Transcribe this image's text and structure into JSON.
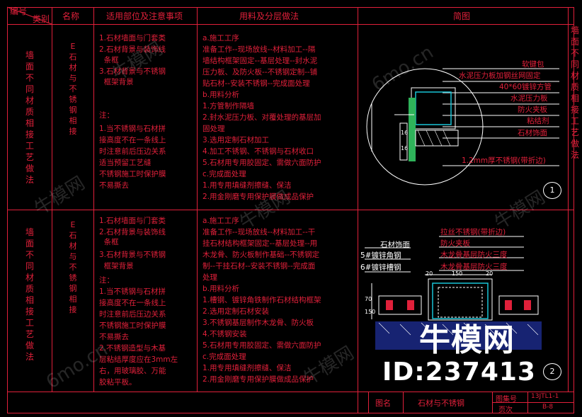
{
  "header": {
    "corner_top": "编号",
    "corner_bottom": "类别",
    "col_name": "名称",
    "col_scope": "适用部位及注意事项",
    "col_method": "用料及分层做法",
    "col_diagram": "简图"
  },
  "right_edge_text": "墙面不同材质相接工艺做法",
  "row1": {
    "category": "墙面不同材质相接工艺做法",
    "name": "E石材与不锈钢相接",
    "scope_lines": [
      "1.石材墙面与门套类",
      "2.石材背景与装饰线",
      "  条框",
      "3.石材背景与不锈钢",
      "  框架背景",
      "",
      "注：",
      "1.当不锈钢与石材拼",
      "接高度不在一条线上",
      "时注意前后压边关系",
      "适当预留工艺缝",
      "不锈钢施工时保护膜",
      "不易撕去"
    ],
    "method_lines": [
      "a.施工工序",
      "准备工作--现场放线--材料加工--隔",
      "墙结构框架固定--基层处理--封水泥",
      "压力板、及防火板--不锈钢定制--铺",
      "贴石材--安装不锈钢--完成面处理",
      "b.用料分析",
      "1.方管制作隔墙",
      "2.封水泥压力板、对覆处理的基层加",
      "固处理",
      "3.选用定制石材加工",
      "4.加工不锈钢、不锈钢与石材收口",
      "5.石材用专用胶固定、需做六面防护",
      "c.完成面处理",
      "1.用专用填缝剂擦缝、保洁",
      "2.用金刚磨专用保护膜做成品保护"
    ],
    "callouts": [
      "软键包",
      "水泥压力板加钢丝网固定",
      "40*60镀锌方管",
      "水泥压力板",
      "防火夹板",
      "粘结剂",
      "石材饰面",
      "1.2mm厚不锈钢(带折边)"
    ],
    "dims": [
      "16",
      "16"
    ],
    "detail_no": "1"
  },
  "row2": {
    "category": "墙面不同材质相接工艺做法",
    "name": "E石材与不锈钢相接",
    "scope_lines": [
      "1.石材墙面与门套类",
      "2.石材背景与装饰线",
      "  条框",
      "3.石材背景与不锈钢",
      "  框架背景",
      "注：",
      "1.当不锈钢与石材拼",
      "接高度不在一条线上",
      "时注意前后压边关系",
      "不锈钢施工时保护膜",
      "不易撕去",
      "2.不锈钢造型与木基",
      "层粘结厚度应在3mm左",
      "右，用玻璃胶、万能",
      "胶粘平板。"
    ],
    "method_lines": [
      "a.施工工序",
      "准备工作--现场放线--材料加工--干",
      "挂石材结构框架固定--基层处理--用",
      "木龙骨、防火板制作基础--不锈钢定",
      "制--干挂石材--安装不锈钢--完成面",
      "处理",
      "b.用料分析",
      "1.槽钢、镀锌角铁制作石材结构框架",
      "2.选用定制石材安装",
      "3.不锈钢基层制作木龙骨、防火板",
      "4.不锈钢安装",
      "5.石材用专用胶固定、需做六面防护",
      "c.完成面处理",
      "1.用专用填缝剂擦缝、保洁",
      "2.用金刚磨专用保护膜做成品保护"
    ],
    "callouts_left": [
      "石材饰面",
      "5#镀锌角钢",
      "6#镀锌槽钢"
    ],
    "callouts_right": [
      "拉丝不锈钢(带折边)",
      "防火夹板",
      "木龙骨基层防火三度",
      "木龙骨基层防火三度"
    ],
    "dims_top": [
      "20",
      "150",
      "20"
    ],
    "dims_side": [
      "70",
      "150"
    ],
    "detail_no": "2"
  },
  "title_block": {
    "label_name": "图名",
    "name": "石材与不锈钢",
    "label_atlas": "图集号",
    "atlas": "13JTL1-1",
    "label_page": "页次",
    "page": "B-8"
  },
  "watermark": {
    "brand": "牛模网",
    "id": "ID:237413",
    "site": "6mo.cn"
  },
  "colors": {
    "red": "#e0203a",
    "white": "#ffffff",
    "cyan": "#19c3d6",
    "blue": "#2a40d0",
    "green": "#2fb35a"
  }
}
